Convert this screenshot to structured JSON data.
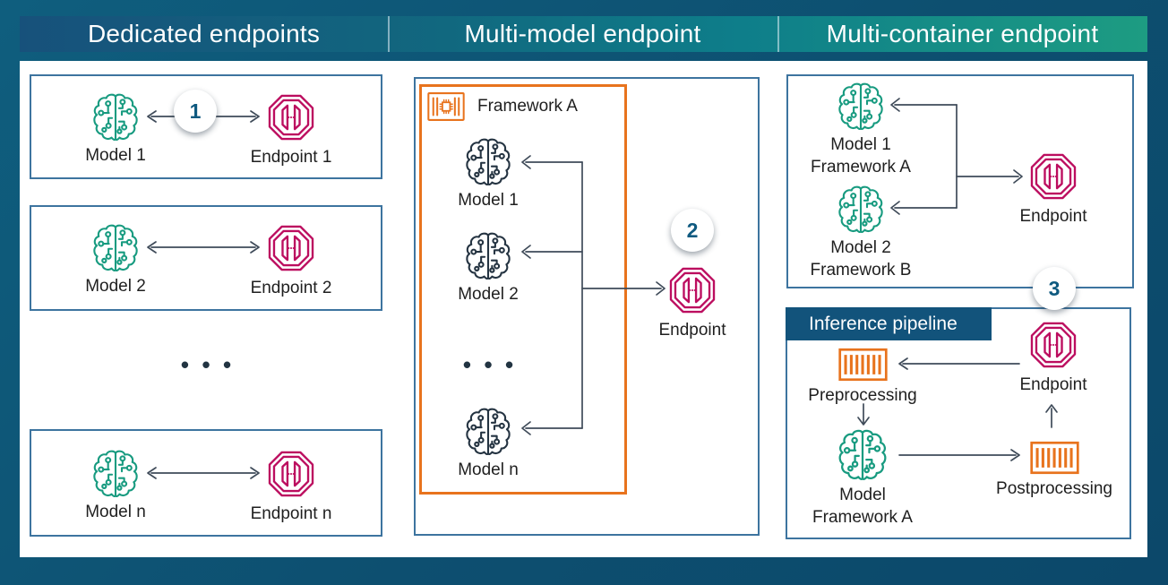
{
  "headers": {
    "col1": "Dedicated endpoints",
    "col2": "Multi-model endpoint",
    "col3": "Multi-container endpoint"
  },
  "badges": {
    "b1": "1",
    "b2": "2",
    "b3": "3"
  },
  "dedicated": {
    "rows": [
      {
        "model": "Model 1",
        "endpoint": "Endpoint 1"
      },
      {
        "model": "Model 2",
        "endpoint": "Endpoint 2"
      },
      {
        "model": "Model n",
        "endpoint": "Endpoint n"
      }
    ],
    "ellipsis": "•  •  •"
  },
  "multi_model": {
    "framework": "Framework A",
    "model1": "Model 1",
    "model2": "Model 2",
    "modeln": "Model n",
    "ellipsis": "•  •  •",
    "endpoint": "Endpoint"
  },
  "multi_container": {
    "top": {
      "model1_line1": "Model 1",
      "model1_line2": "Framework A",
      "model2_line1": "Model 2",
      "model2_line2": "Framework B",
      "endpoint": "Endpoint"
    },
    "pipeline": {
      "title": "Inference pipeline",
      "endpoint": "Endpoint",
      "pre": "Preprocessing",
      "model_line1": "Model",
      "model_line2": "Framework A",
      "post": "Postprocessing"
    }
  },
  "icons": {
    "model": "brain-circuit-model-icon",
    "endpoint": "octagon-endpoint-icon",
    "framework": "container-chip-icon",
    "processing": "container-stripes-icon"
  },
  "colors": {
    "background": "#0d4f70",
    "header_gradient_start": "#17517b",
    "header_gradient_end": "#1d9c82",
    "panel": "#ffffff",
    "box_border": "#3d749f",
    "model_green": "#189b80",
    "model_navy": "#253442",
    "endpoint_magenta": "#bc0d5f",
    "container_orange": "#e8731d",
    "arrow": "#3f4b59",
    "badge_text": "#0f5a80",
    "pipeline_header_bg": "#12537b",
    "label_text": "#1f1f1f"
  }
}
